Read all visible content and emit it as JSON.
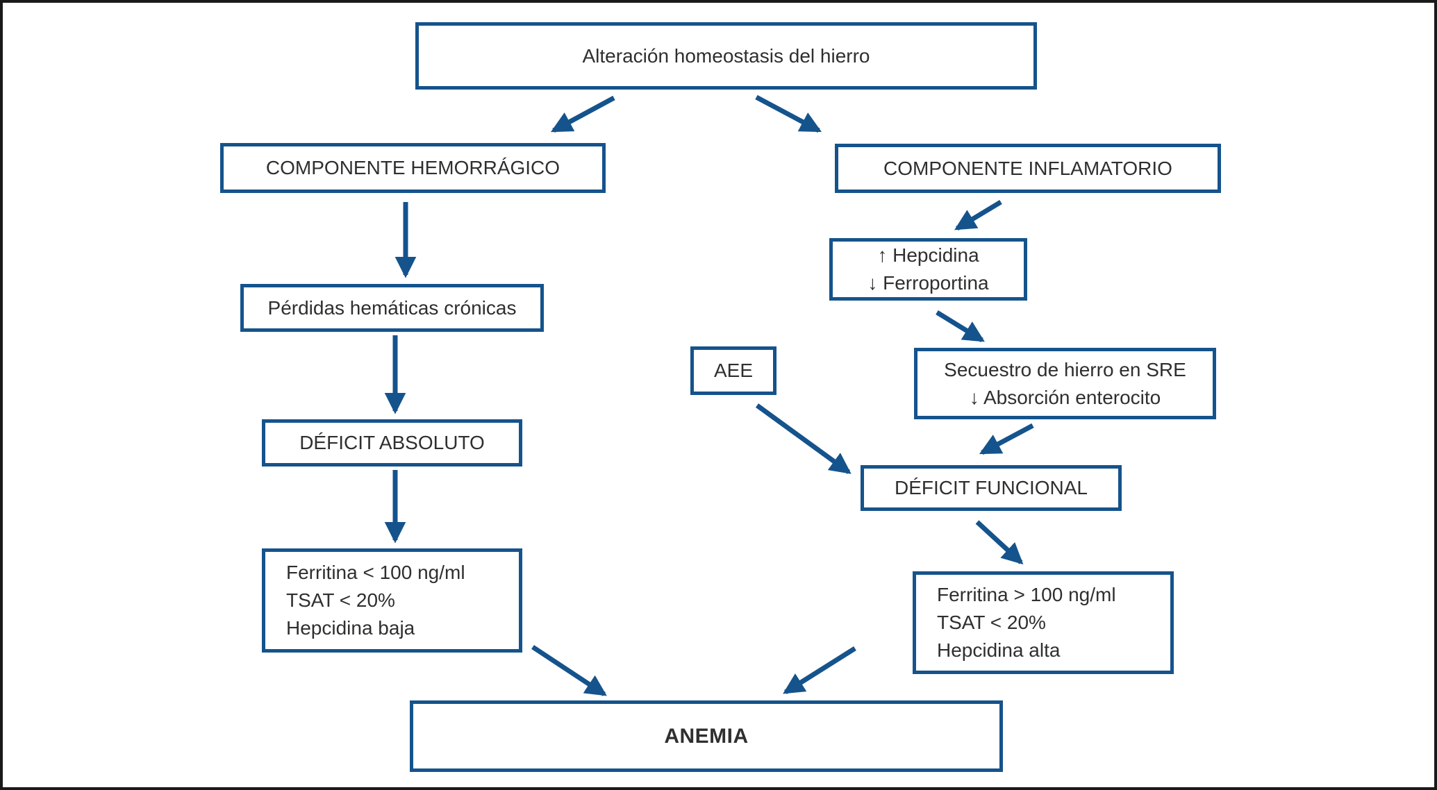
{
  "diagram": {
    "description": "Flujograma: alteración de la homeostasis del hierro y tipos de déficit que conducen a anemia",
    "colors": {
      "accent_blue": "#15538c",
      "text": "#2f2f2f",
      "frame": "#1a1a1a",
      "background": "#ffffff"
    },
    "nodes": {
      "top": {
        "label": "Alteración homeostasis del hierro"
      },
      "hemorrhagic": {
        "label": "COMPONENTE HEMORRÁGICO"
      },
      "inflammatory": {
        "label": "COMPONENTE INFLAMATORIO"
      },
      "hepcidin": {
        "lines": [
          "↑ Hepcidina",
          "↓ Ferroportina"
        ]
      },
      "perdidas": {
        "label": "Pérdidas hemáticas crónicas"
      },
      "aee": {
        "label": "AEE"
      },
      "secuestro": {
        "lines": [
          "Secuestro de hierro en SRE",
          "↓ Absorción enterocito"
        ]
      },
      "deficit_absoluto": {
        "label": "DÉFICIT ABSOLUTO"
      },
      "deficit_funcional": {
        "label": "DÉFICIT FUNCIONAL"
      },
      "ferritina_absoluto": {
        "lines": [
          "Ferritina < 100 ng/ml",
          "TSAT < 20%",
          "Hepcidina baja"
        ]
      },
      "ferritina_funcional": {
        "lines": [
          "Ferritina > 100 ng/ml",
          "TSAT < 20%",
          "Hepcidina alta"
        ]
      },
      "anemia": {
        "label": "ANEMIA"
      }
    }
  }
}
